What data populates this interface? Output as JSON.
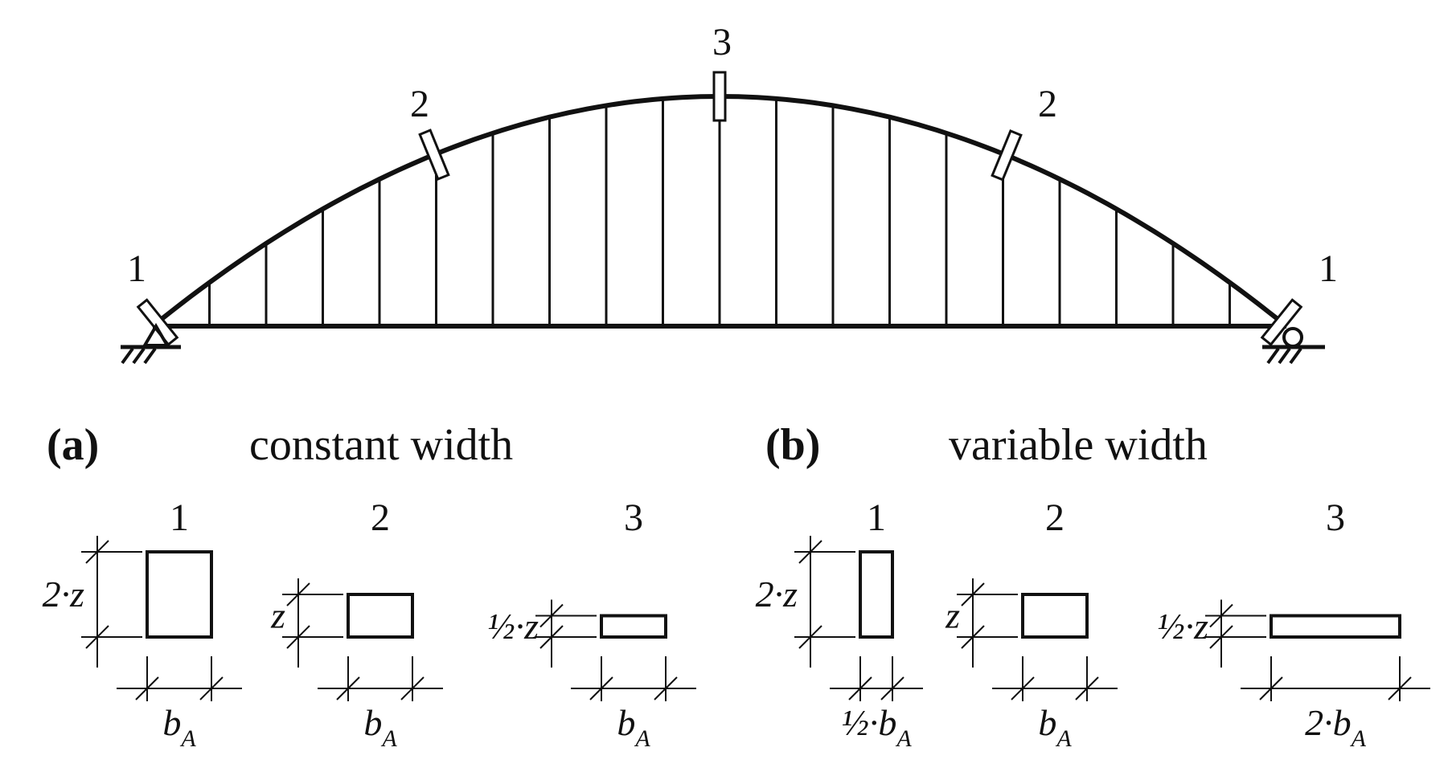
{
  "arch": {
    "section_markers": [
      "1",
      "2",
      "3",
      "2",
      "1"
    ],
    "hanger_count": 19
  },
  "panels": [
    {
      "label": "(a)",
      "title": "constant width",
      "sections": [
        {
          "number": "1",
          "height_label": "2·z",
          "width_base": "b",
          "width_sub": "A",
          "width_prefix": "",
          "height_factor": 2,
          "width_factor": 1
        },
        {
          "number": "2",
          "height_label": "z",
          "width_base": "b",
          "width_sub": "A",
          "width_prefix": "",
          "height_factor": 1,
          "width_factor": 1
        },
        {
          "number": "3",
          "height_label": "½·z",
          "width_base": "b",
          "width_sub": "A",
          "width_prefix": "",
          "height_factor": 0.5,
          "width_factor": 1
        }
      ]
    },
    {
      "label": "(b)",
      "title": "variable width",
      "sections": [
        {
          "number": "1",
          "height_label": "2·z",
          "width_base": "b",
          "width_sub": "A",
          "width_prefix": "½·",
          "height_factor": 2,
          "width_factor": 0.5
        },
        {
          "number": "2",
          "height_label": "z",
          "width_base": "b",
          "width_sub": "A",
          "width_prefix": "",
          "height_factor": 1,
          "width_factor": 1
        },
        {
          "number": "3",
          "height_label": "½·z",
          "width_base": "b",
          "width_sub": "A",
          "width_prefix": "2·",
          "height_factor": 0.5,
          "width_factor": 2
        }
      ]
    }
  ]
}
